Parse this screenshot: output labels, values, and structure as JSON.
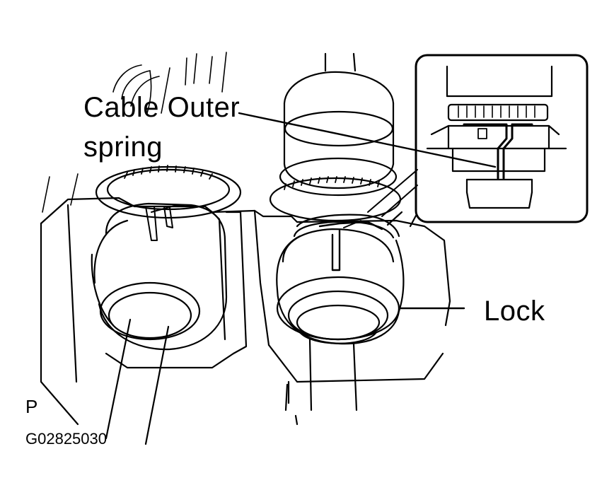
{
  "figure": {
    "labels": {
      "cable_outer_spring_line1": "Cable Outer",
      "cable_outer_spring_line2": "spring",
      "lock": "Lock",
      "position_mark": "P",
      "figure_code": "G02825030"
    },
    "colors": {
      "ink": "#000000",
      "paper": "#ffffff"
    }
  }
}
